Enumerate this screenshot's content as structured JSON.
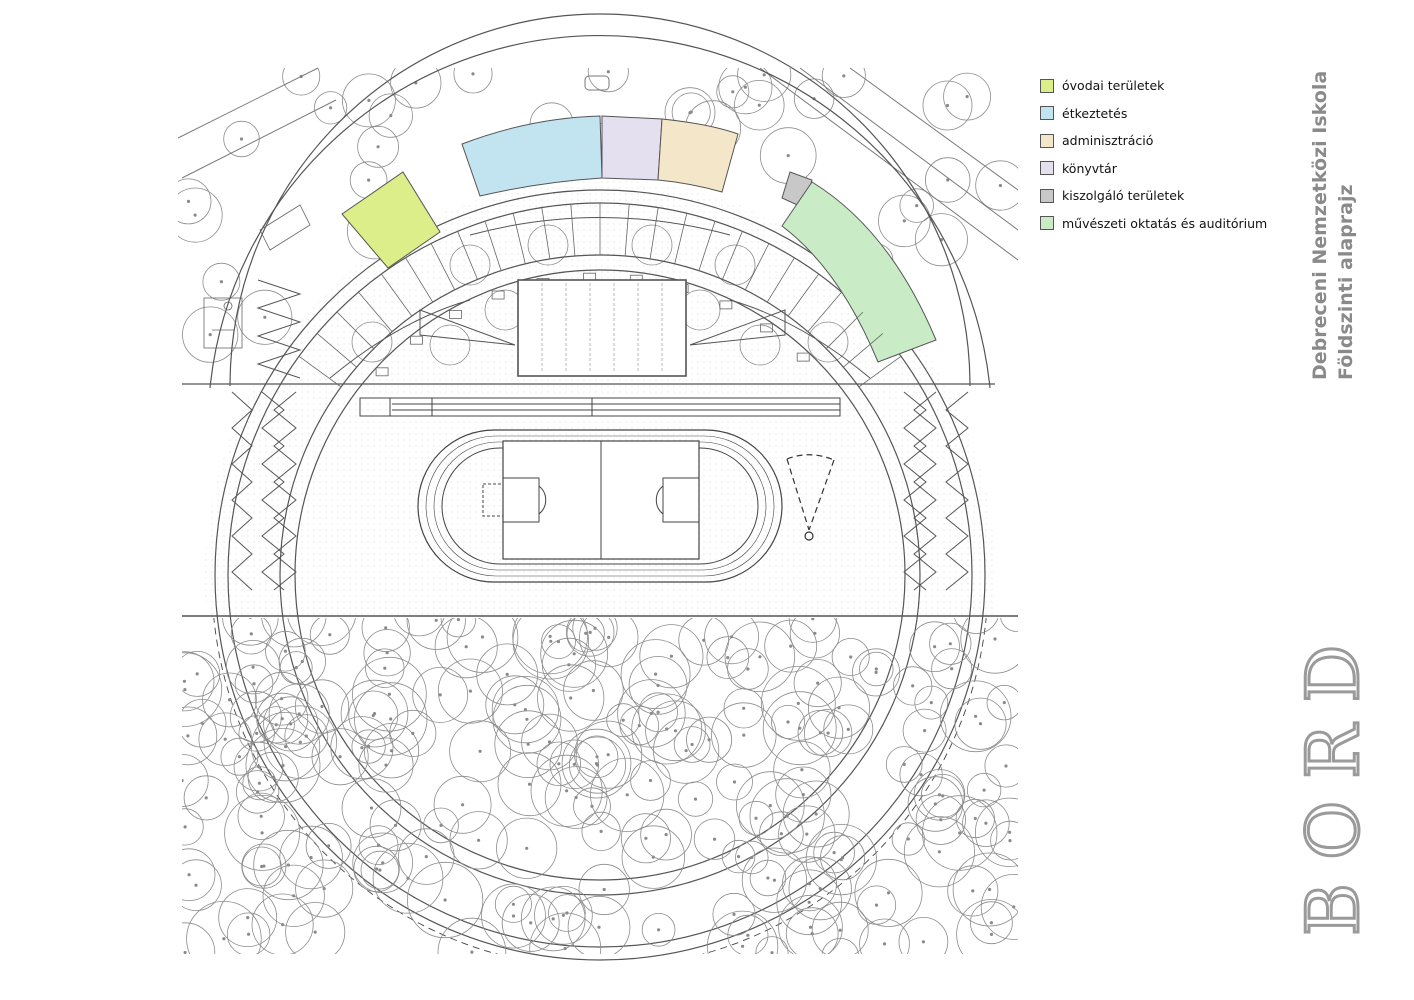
{
  "legend": {
    "items": [
      {
        "label": "óvodai területek",
        "color": "#dcee8a"
      },
      {
        "label": "étkeztetés",
        "color": "#c2e3f0"
      },
      {
        "label": "adminisztráció",
        "color": "#f4e6c8"
      },
      {
        "label": "könyvtár",
        "color": "#e4e0f0"
      },
      {
        "label": "kiszolgáló területek",
        "color": "#c8c8c8"
      },
      {
        "label": "művészeti oktatás és auditórium",
        "color": "#c9ecc7"
      }
    ]
  },
  "title": {
    "line1": "Debreceni Nemzetközi Iskola",
    "line2": "Földszinti alaprajz"
  },
  "brand": {
    "text": "BORD"
  },
  "colors": {
    "line": "#6a6a6a",
    "tree": "#8c8c8c",
    "title_gray": "#8a8a8a"
  }
}
